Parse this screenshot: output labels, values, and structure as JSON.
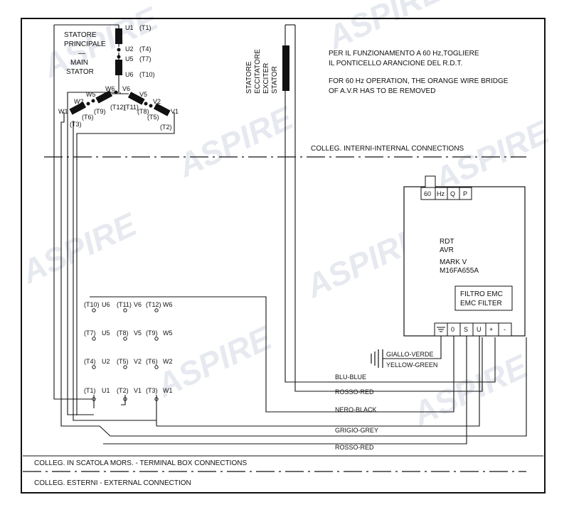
{
  "watermark": "ASPIRE",
  "stator": {
    "title_it_1": "STATORE",
    "title_it_2": "PRINCIPALE",
    "dash": "—",
    "title_en_1": "MAIN",
    "title_en_2": "STATOR",
    "labels": {
      "u1": "U1",
      "t1": "(T1)",
      "u2": "U2",
      "t4": "(T4)",
      "u5": "U5",
      "t7": "(T7)",
      "u6": "U6",
      "t10": "(T10)",
      "w1": "W1",
      "w2": "W2",
      "w5": "W5",
      "w6": "W6",
      "v6": "V6",
      "v5": "V5",
      "v2": "V2",
      "v1": "V1",
      "t3": "(T3)",
      "t6": "(T6)",
      "t9": "(T9)",
      "t12": "(T12)",
      "t11": "(T11)",
      "t8": "(T8)",
      "t5": "(T5)",
      "t2": "(T2)"
    }
  },
  "exciter": {
    "line1": "STATORE",
    "line2": "ECCITATORE",
    "line3": "EXCITER",
    "line4": "STATOR"
  },
  "note": {
    "it_1": "PER IL FUNZIONAMENTO A 60 Hz,TOGLIERE",
    "it_2": "IL PONTICELLO ARANCIONE DEL R.D.T.",
    "en_1": "FOR 60 Hz OPERATION, THE ORANGE WIRE BRIDGE",
    "en_2": "OF A.V.R HAS TO BE REMOVED"
  },
  "sections": {
    "internal": "COLLEG. INTERNI-INTERNAL CONNECTIONS",
    "terminal_box": "COLLEG. IN SCATOLA MORS. - TERMINAL BOX CONNECTIONS",
    "external": "COLLEG. ESTERNI - EXTERNAL CONNECTION"
  },
  "avr": {
    "top_terminals": [
      "60",
      "Hz",
      "Q",
      "P"
    ],
    "line1": "RDT",
    "line2": "AVR",
    "line3": "MARK V",
    "line4": "M16FA655A",
    "filter_1": "FILTRO EMC",
    "filter_2": "EMC FILTER",
    "bottom_terminals": [
      "0",
      "S",
      "U",
      "+",
      "-"
    ]
  },
  "terminals": {
    "row1": [
      {
        "t": "(T10)",
        "n": "U6"
      },
      {
        "t": "(T11)",
        "n": "V6"
      },
      {
        "t": "(T12)",
        "n": "W6"
      }
    ],
    "row2": [
      {
        "t": "(T7)",
        "n": "U5"
      },
      {
        "t": "(T8)",
        "n": "V5"
      },
      {
        "t": "(T9)",
        "n": "W5"
      }
    ],
    "row3": [
      {
        "t": "(T4)",
        "n": "U2"
      },
      {
        "t": "(T5)",
        "n": "V2"
      },
      {
        "t": "(T6)",
        "n": "W2"
      }
    ],
    "row4": [
      {
        "t": "(T1)",
        "n": "U1"
      },
      {
        "t": "(T2)",
        "n": "V1"
      },
      {
        "t": "(T3)",
        "n": "W1"
      }
    ]
  },
  "wires": {
    "earth_it": "GIALLO-VERDE",
    "earth_en": "YELLOW-GREEN",
    "blue": "BLU-BLUE",
    "red1": "ROSSO-RED",
    "black": "NERO-BLACK",
    "grey": "GRIGIO-GREY",
    "red2": "ROSSO-RED"
  }
}
